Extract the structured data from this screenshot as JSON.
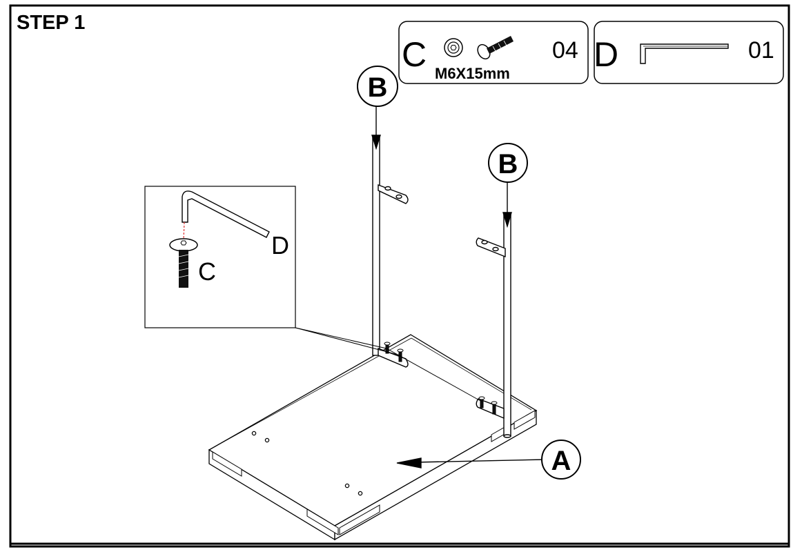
{
  "step": {
    "title": "STEP 1"
  },
  "parts": [
    {
      "letter": "C",
      "size": "M6X15mm",
      "qty": "04",
      "icon": "bolt-and-washer-icon"
    },
    {
      "letter": "D",
      "qty": "01",
      "icon": "allen-key-icon"
    }
  ],
  "callouts": {
    "leg_label": "B",
    "top_label": "A"
  },
  "detail": {
    "wrench_label": "D",
    "bolt_label": "C"
  }
}
